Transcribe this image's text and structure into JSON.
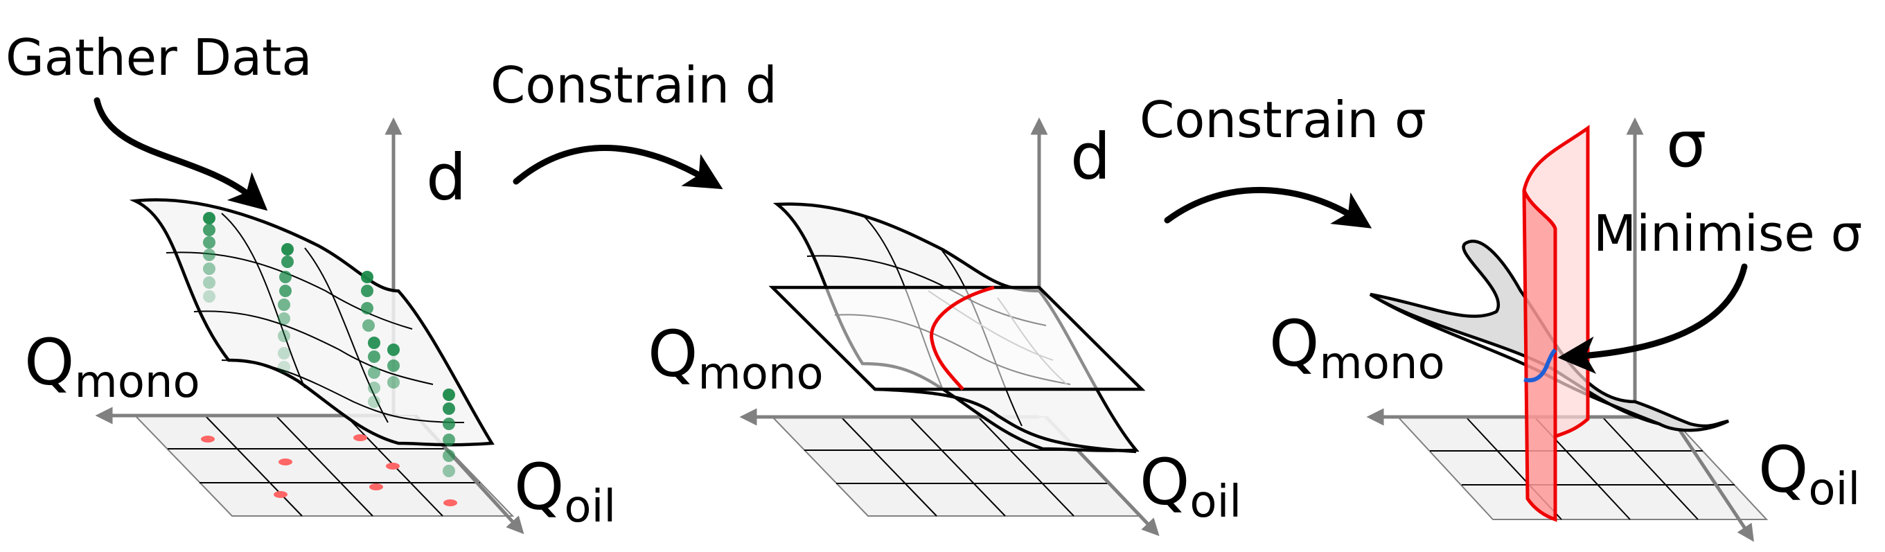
{
  "steps": [
    {
      "label": "Gather Data"
    },
    {
      "label": "Constrain d"
    },
    {
      "label": "Constrain σ"
    }
  ],
  "panels": [
    {
      "vertical_axis": "d",
      "left_axis": "Q",
      "left_axis_sub": "mono",
      "right_axis": "Q",
      "right_axis_sub": "oil"
    },
    {
      "vertical_axis": "d",
      "left_axis": "Q",
      "left_axis_sub": "mono",
      "right_axis": "Q",
      "right_axis_sub": "oil"
    },
    {
      "vertical_axis": "σ",
      "left_axis": "Q",
      "left_axis_sub": "mono",
      "right_axis": "Q",
      "right_axis_sub": "oil",
      "annotation": "Minimise σ"
    }
  ],
  "colors": {
    "axis": "#808080",
    "grid_fill": "#f2f2f2",
    "surface_fill": "#f5f5f5",
    "data_points": "#1a8a4a",
    "samples": "#ff6666",
    "constraint": "#ee0000",
    "plane_fill": "#ffb3b3",
    "optimum": "#1f5fd6"
  },
  "icons": {
    "flow_arrow": "curved-arrow-icon"
  }
}
